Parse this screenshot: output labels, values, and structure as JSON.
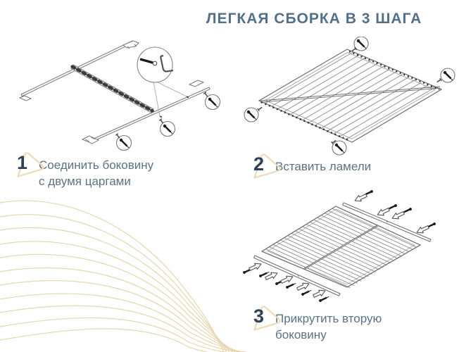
{
  "title": "ЛЕГКАЯ СБОРКА В 3 ШАГА",
  "theme": {
    "title-color": "#53708a",
    "text-color": "#5b7285",
    "number-color": "#2e4257",
    "triangle-color": "#ecdcb6",
    "wave-color": "#e4d2a8",
    "lineart": "#6e6e6e",
    "background": "#ffffff"
  },
  "steps": [
    {
      "number": "1",
      "label": "Соединить боковину\nс двумя царгами",
      "illustration": "side-rail-joined-with-two-frame-rails"
    },
    {
      "number": "2",
      "label": "Вставить ламели",
      "illustration": "slat-base-with-lamellas-inserted"
    },
    {
      "number": "3",
      "label": "Прикрутить вторую\nбоковину",
      "illustration": "second-side-rail-screwed-on"
    }
  ]
}
